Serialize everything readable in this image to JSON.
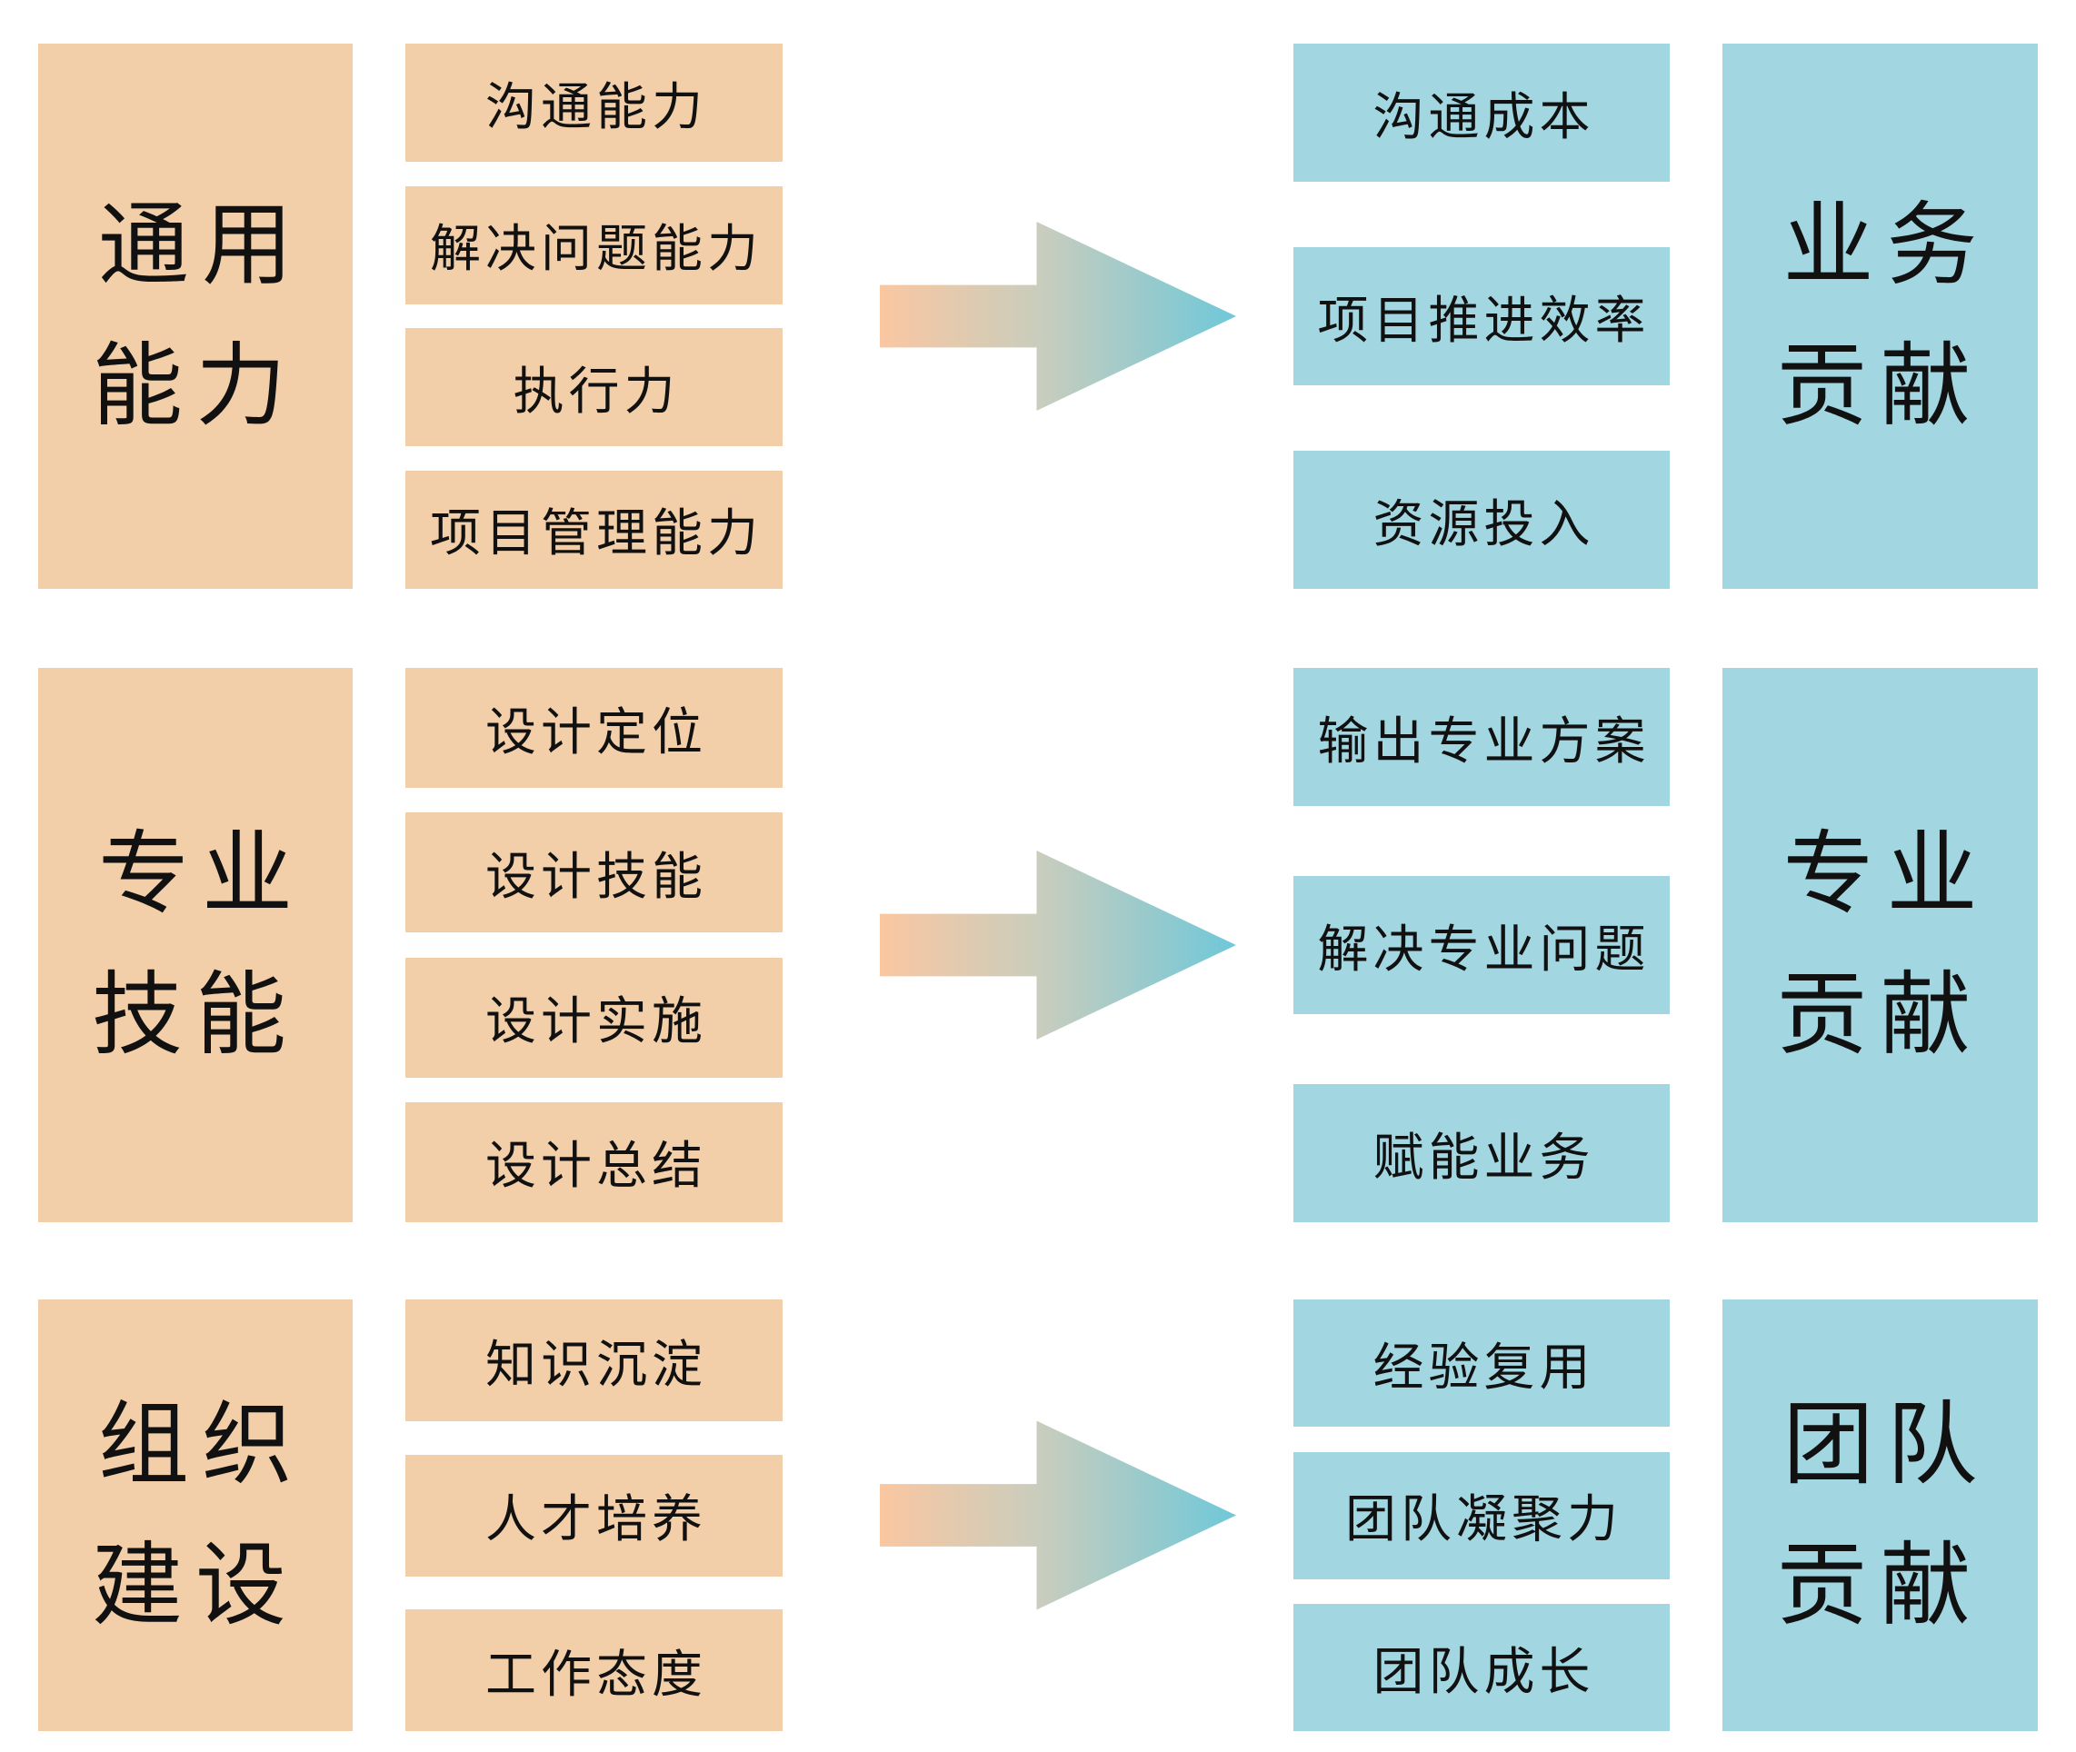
{
  "diagram": {
    "rows": [
      {
        "category": "通用\n能力",
        "inputs": [
          "沟通能力",
          "解决问题能力",
          "执行力",
          "项目管理能力"
        ],
        "outputs": [
          "沟通成本",
          "项目推进效率",
          "资源投入"
        ],
        "contribution": "业务\n贡献"
      },
      {
        "category": "专业\n技能",
        "inputs": [
          "设计定位",
          "设计技能",
          "设计实施",
          "设计总结"
        ],
        "outputs": [
          "输出专业方案",
          "解决专业问题",
          "赋能业务"
        ],
        "contribution": "专业\n贡献"
      },
      {
        "category": "组织\n建设",
        "inputs": [
          "知识沉淀",
          "人才培养",
          "工作态度"
        ],
        "outputs": [
          "经验复用",
          "团队凝聚力",
          "团队成长"
        ],
        "contribution": "团队\n贡献"
      }
    ],
    "colors": {
      "peach": "#f2cfa8",
      "blue": "#a2d7e2",
      "arrow_start": "#fac7a1",
      "arrow_end": "#6fc8d9",
      "text": "#111111",
      "background": "#ffffff"
    }
  }
}
